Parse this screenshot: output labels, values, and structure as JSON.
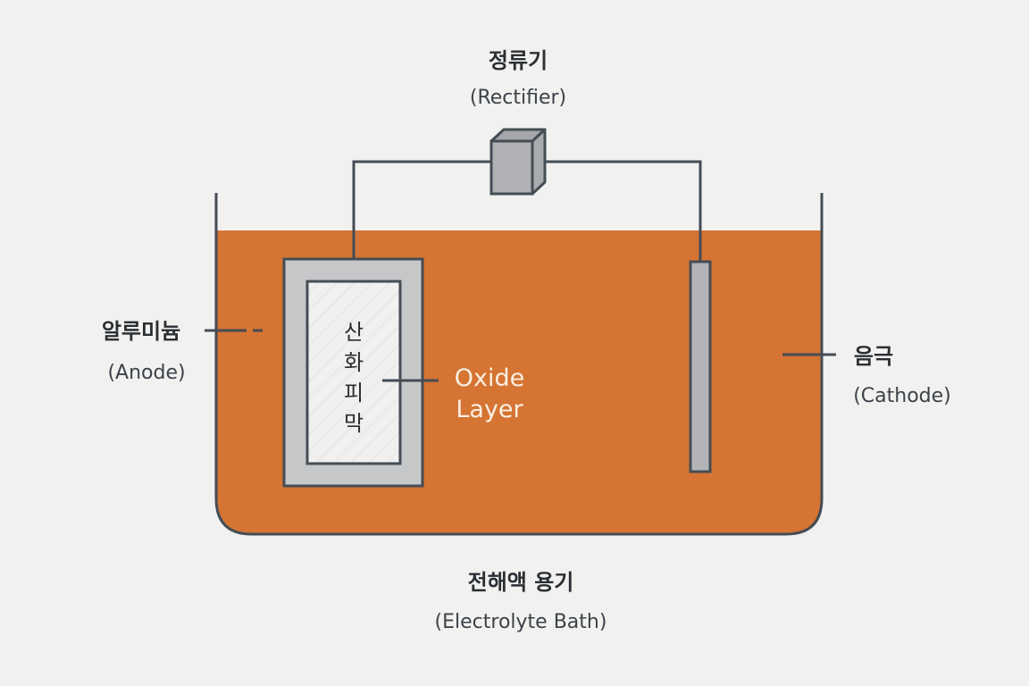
{
  "diagram": {
    "title": "Anodizing electrolytic cell",
    "colors": {
      "background": "#f1f1f0",
      "electrolyte": "#d57433",
      "outline": "#454d55",
      "metal": "#c6c7c9",
      "metal_dark": "#aeafb2",
      "oxide": "#f0f0ef",
      "oxide_label": "#fbefe2"
    },
    "rectifier": {
      "label_ko": "정류기",
      "label_en": "(Rectifier)",
      "icon": "box-3d-icon"
    },
    "anode": {
      "label_ko": "알루미늄",
      "label_en": "(Anode)"
    },
    "oxide_layer": {
      "label_vertical": [
        "산",
        "화",
        "피",
        "막"
      ],
      "label_en_line1": "Oxide",
      "label_en_line2": "Layer"
    },
    "cathode": {
      "label_ko": "음극",
      "label_en": "(Cathode)"
    },
    "bath": {
      "label_ko": "전해액 용기",
      "label_en": "(Electrolyte Bath)"
    }
  }
}
